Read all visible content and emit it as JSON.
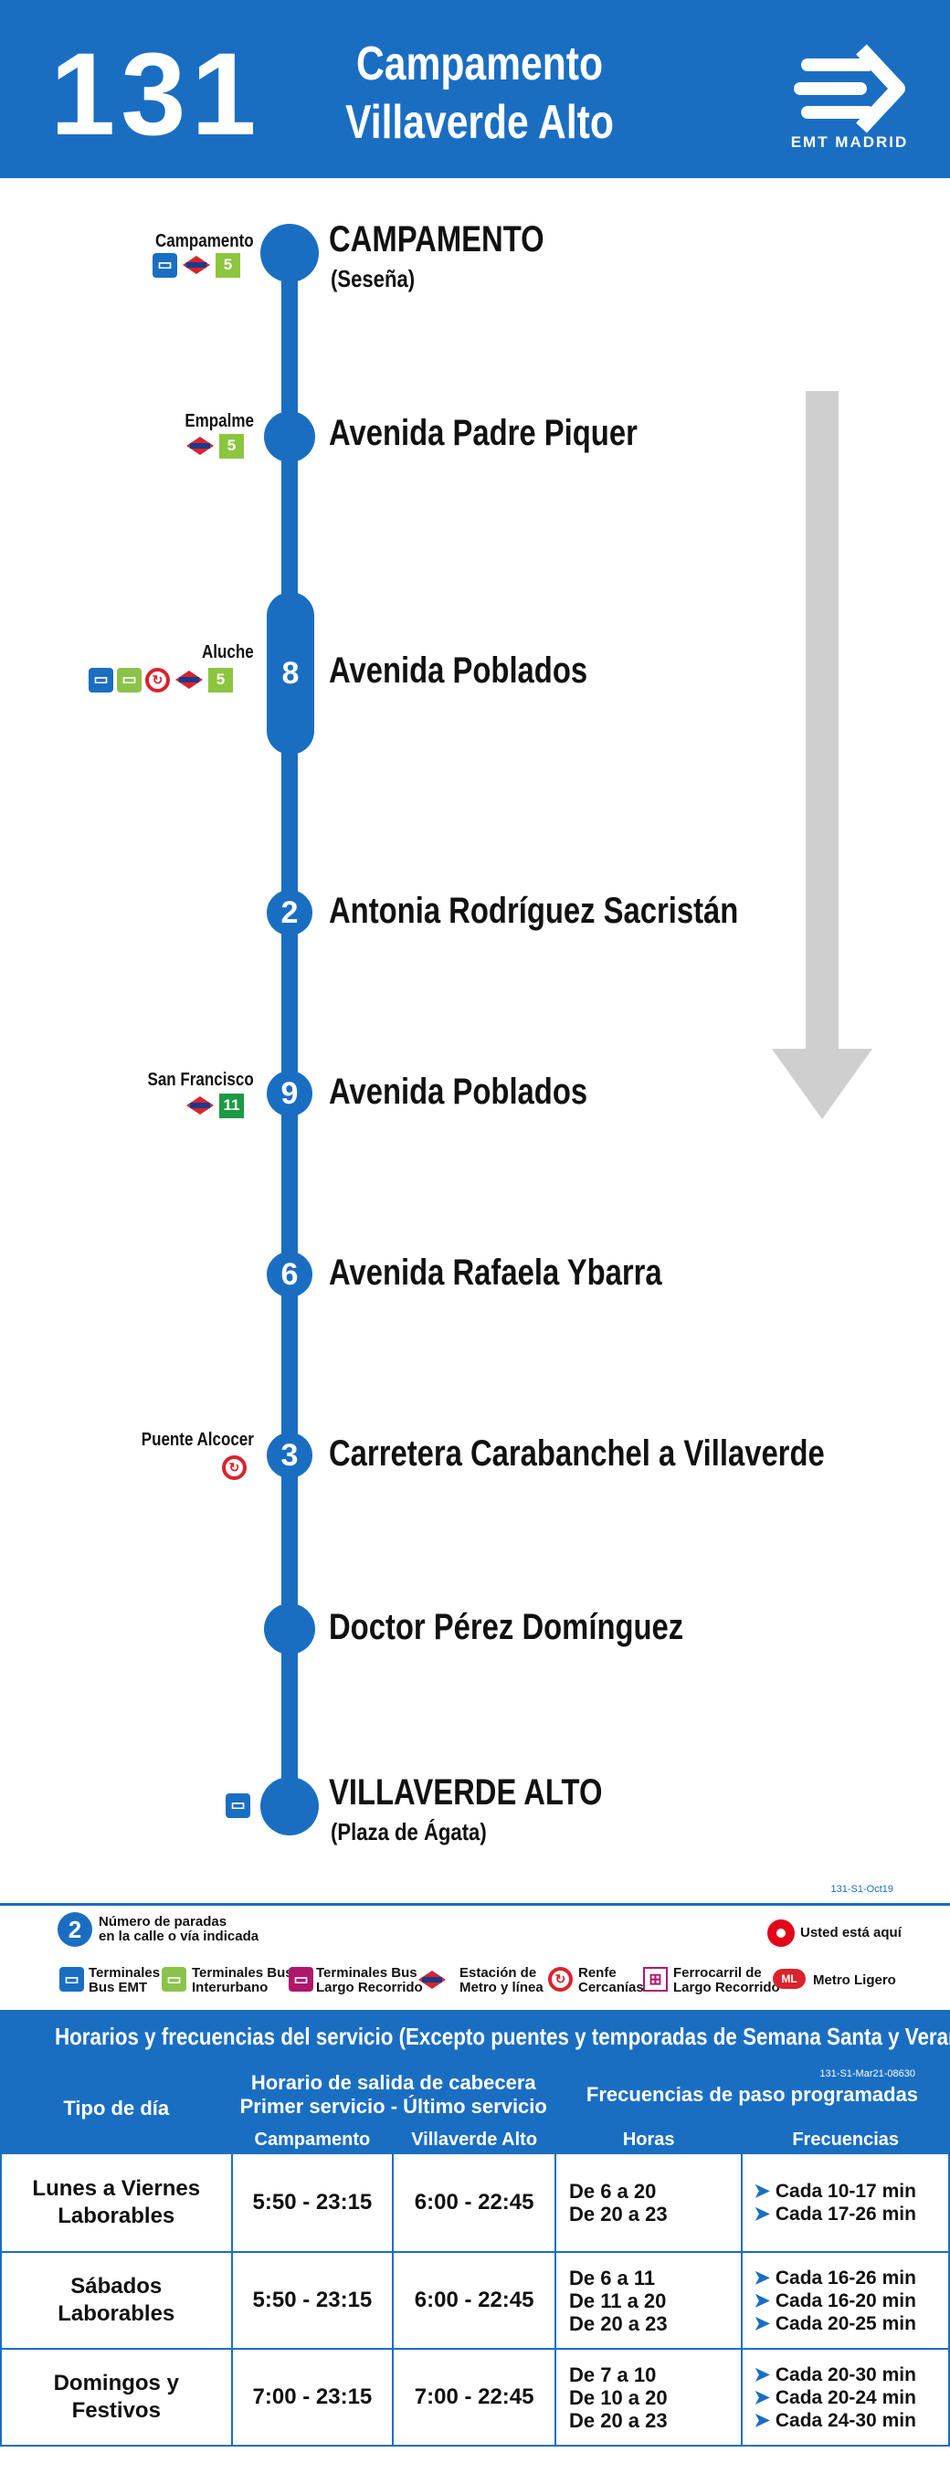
{
  "header": {
    "line_number": "131",
    "route_from": "Campamento",
    "route_to": "Villaverde Alto",
    "logo_text": "EMT MADRID"
  },
  "stops": [
    {
      "name": "CAMPAMENTO",
      "sub": "(Seseña)",
      "count": "",
      "connection": "Campamento"
    },
    {
      "name": "Avenida Padre Piquer",
      "count": "",
      "connection": "Empalme"
    },
    {
      "name": "Avenida Poblados",
      "count": "8",
      "connection": "Aluche"
    },
    {
      "name": "Antonia Rodríguez Sacristán",
      "count": "2",
      "connection": ""
    },
    {
      "name": "Avenida Poblados",
      "count": "9",
      "connection": "San Francisco"
    },
    {
      "name": "Avenida Rafaela Ybarra",
      "count": "6",
      "connection": ""
    },
    {
      "name": "Carretera Carabanchel a Villaverde",
      "count": "3",
      "connection": "Puente Alcocer"
    },
    {
      "name": "Doctor Pérez Domínguez",
      "count": "",
      "connection": ""
    },
    {
      "name": "VILLAVERDE ALTO",
      "sub": "(Plaza de Ágata)",
      "count": "",
      "connection": ""
    }
  ],
  "icons": {
    "metro_lines": [
      "5",
      "5",
      "5",
      "11"
    ]
  },
  "legend": {
    "doc_code": "131-S1-Oct19",
    "number_icon": "2",
    "number_desc_1": "Número de paradas",
    "number_desc_2": "en la calle o vía indicada",
    "you_are_here": "Usted está aquí",
    "items": [
      {
        "l1": "Terminales",
        "l2": "Bus EMT"
      },
      {
        "l1": "Terminales Bus",
        "l2": "Interurbano"
      },
      {
        "l1": "Terminales Bus",
        "l2": "Largo Recorrido"
      },
      {
        "l1": "Estación de",
        "l2": "Metro y línea"
      },
      {
        "l1": "Renfe",
        "l2": "Cercanías"
      },
      {
        "l1": "Ferrocarril de",
        "l2": "Largo Recorrido"
      },
      {
        "l1": "Metro Ligero",
        "l2": ""
      }
    ]
  },
  "schedule": {
    "title": "Horarios y frecuencias del servicio (Excepto puentes y temporadas de Semana Santa y Verano)",
    "doc_code": "131-S1-Mar21-08630",
    "col_day": "Tipo de día",
    "col_first_last_1": "Horario de salida de cabecera",
    "col_first_last_2": "Primer servicio - Último servicio",
    "col_freq": "Frecuencias de paso programadas",
    "sub_from": "Campamento",
    "sub_to": "Villaverde Alto",
    "sub_hours": "Horas",
    "sub_freq": "Frecuencias",
    "rows": [
      {
        "day_1": "Lunes a Viernes",
        "day_2": "Laborables",
        "from": "5:50 - 23:15",
        "to": "6:00 - 22:45",
        "hours": [
          "De 6 a 20",
          "De 20 a 23"
        ],
        "freq": [
          "Cada 10-17 min",
          "Cada 17-26 min"
        ]
      },
      {
        "day_1": "Sábados",
        "day_2": "Laborables",
        "from": "5:50 - 23:15",
        "to": "6:00 - 22:45",
        "hours": [
          "De 6 a 11",
          "De 11 a 20",
          "De 20 a 23"
        ],
        "freq": [
          "Cada 16-26 min",
          "Cada 16-20 min",
          "Cada 20-25 min"
        ]
      },
      {
        "day_1": "Domingos y",
        "day_2": "Festivos",
        "from": "7:00 - 23:15",
        "to": "7:00 - 22:45",
        "hours": [
          "De 7 a 10",
          "De 10 a 20",
          "De 20 a 23"
        ],
        "freq": [
          "Cada 20-30 min",
          "Cada 20-24 min",
          "Cada 24-30 min"
        ]
      }
    ]
  },
  "colors": {
    "brand_blue": "#1a6ec2",
    "renfe_red": "#d9232d",
    "metro_l5": "#8cc63f",
    "metro_l11": "#1c9a44",
    "arrow_grey": "#cfcfcf"
  }
}
